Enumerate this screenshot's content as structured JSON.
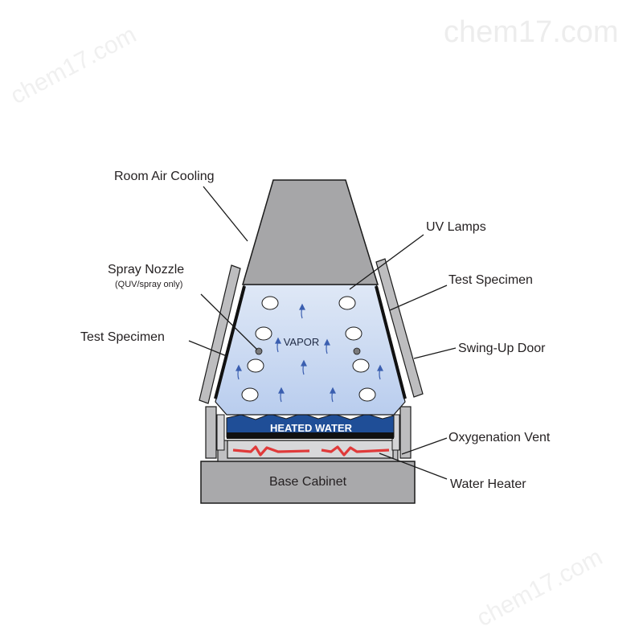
{
  "watermark": {
    "text": "chem17.com",
    "color": "#eeeeee"
  },
  "diagram": {
    "labels": {
      "room_air_cooling": "Room Air Cooling",
      "uv_lamps": "UV Lamps",
      "spray_nozzle": "Spray Nozzle",
      "spray_nozzle_note": "(QUV/spray only)",
      "test_specimen_left": "Test Specimen",
      "test_specimen_right": "Test Specimen",
      "swing_up_door": "Swing-Up Door",
      "vapor": "VAPOR",
      "heated_water": "HEATED WATER",
      "oxygenation_vent": "Oxygenation Vent",
      "water_heater": "Water Heater",
      "base_cabinet": "Base Cabinet"
    },
    "colors": {
      "housing_gray": "#a6a6a8",
      "chamber_light_blue": "#c9d8f0",
      "water_blue": "#1f4e97",
      "heater_red": "#e03a3a",
      "arrow_blue": "#3b5fb0",
      "outline": "#1a1a1a"
    },
    "icons": [
      "uv-lamp-icon",
      "spray-nozzle-icon",
      "vapor-arrow-icon",
      "heater-coil-icon"
    ]
  }
}
